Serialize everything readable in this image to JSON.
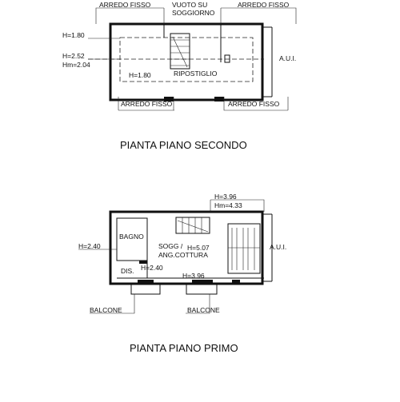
{
  "plans": [
    {
      "title": "PIANTA PIANO SECONDO",
      "labels": {
        "arredo_fisso_top_left": "ARREDO FISSO",
        "vuoto_su_line1": "VUOTO SU",
        "vuoto_su_line2": "SOGGIORNO",
        "arredo_fisso_top_right": "ARREDO FISSO",
        "h_180_top": "H=1.80",
        "h_252": "H=2.52",
        "hm_204": "Hm=2.04",
        "h_180_bottom": "H=1.80",
        "ripostiglio": "RIPOSTIGLIO",
        "aui": "A.U.I.",
        "arredo_fisso_bottom_left": "ARREDO FISSO",
        "arredo_fisso_bottom_right": "ARREDO FISSO"
      }
    },
    {
      "title": "PIANTA PIANO PRIMO",
      "labels": {
        "h_396_top": "H=3.96",
        "hm_433": "Hm=4.33",
        "bagno": "BAGNO",
        "h_240_left": "H=2.40",
        "sogg_line1": "SOGG /",
        "sogg_line2": "ANG.COTTURA",
        "h_507": "H=5.07",
        "aui": "A.U.I.",
        "dis": "DIS.",
        "h_240_dis": "H=2.40",
        "h_396_bottom": "H=3.96",
        "balcone_left": "BALCONE",
        "balcone_right": "BALCONE"
      }
    }
  ]
}
